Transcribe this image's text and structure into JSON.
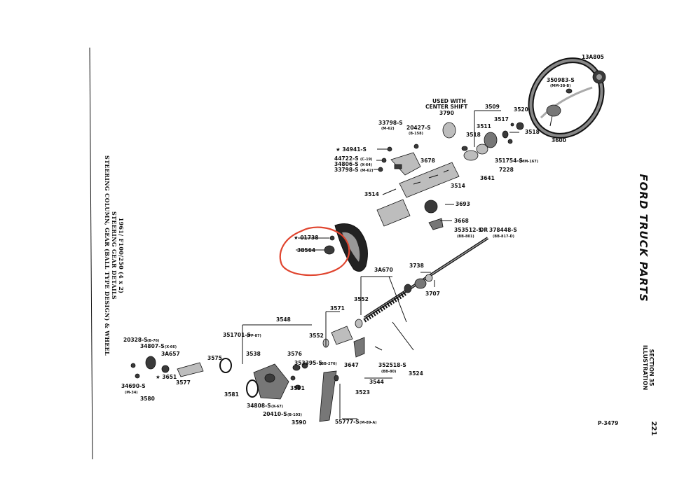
{
  "caption": {
    "line1": "STEERING COLUMN, GEAR (BALL TYPE DESIGN) & WHEEL",
    "line2": "STEERING GEAR DETAILS",
    "line3": "1961/  F100/250 (4 x 2)"
  },
  "side_title": "FORD TRUCK PARTS",
  "section": {
    "line1": "ILLUSTRATION",
    "line2": "SECTION 35"
  },
  "page_number": "221",
  "figure_id": "P-3479",
  "annotation_color": "#e0442e",
  "callouts": {
    "c13A805": "13A805",
    "c350983": "350983-S",
    "c350983b": "(MM-38-B)",
    "used1": "USED WITH",
    "used2": "CENTER SHIFT",
    "c3790": "3790",
    "c3509": "3509",
    "c3520": "3520",
    "c3517": "3517",
    "c3511": "3511",
    "c3518a": "3518",
    "c3518b": "3518",
    "c3600": "3600",
    "c33798a": "33798-S",
    "c33798ab": "(M-62)",
    "c20427": "20427-S",
    "c20427b": "(B-158)",
    "c34941": "★ 34941-S",
    "c44722": "44722-S",
    "c44722b": "(C-19)",
    "c34806": "34806-S",
    "c34806b": "(X-64)",
    "c33798b": "33798-S",
    "c33798bb": "(M-62)",
    "c3678": "3678",
    "c351754": "351754-S",
    "c351754b": "(MM-167)",
    "c7228": "7228",
    "c3641": "3641",
    "c3514a": "3514",
    "c3514b": "3514",
    "c3693": "3693",
    "c3668": "3668",
    "c353512": "353512-S",
    "c353512b": "(BB-801)",
    "cOR": "OR",
    "c378448": "378448-S",
    "c378448b": "(BB-817-D)",
    "c01738": "★ 01738",
    "c38564": "38564",
    "c3A670": "3A670",
    "c3738": "3738",
    "c3707": "3707",
    "c3552a": "3552",
    "c3571": "3571",
    "c3548": "3548",
    "c351701": "351701-S",
    "c351701b": "(PP-87)",
    "c3552b": "3552",
    "c3538": "3538",
    "c3576": "3576",
    "c353395": "353395-S",
    "c353395b": "(BB-276)",
    "c3647": "3647",
    "c352518": "352518-S",
    "c352518b": "(BB-80)",
    "c3524": "3524",
    "c3544": "3544",
    "c3523": "3523",
    "c3591": "3591",
    "c20328": "20328-S",
    "c20328b": "(B-76)",
    "c34807": "34807-S",
    "c34807b": "(X-66)",
    "c3A657": "3A657",
    "c3575": "3575",
    "c3651": "★ 3651",
    "c3577": "3577",
    "c34690": "34690-S",
    "c34690b": "(M-34)",
    "c3580": "3580",
    "c3581": "3581",
    "c34808": "34808-S",
    "c34808b": "(X-67)",
    "c20410": "20410-S",
    "c20410b": "(B-103)",
    "c3590": "3590",
    "c55777": "55777-S",
    "c55777b": "(M-89-A)"
  }
}
